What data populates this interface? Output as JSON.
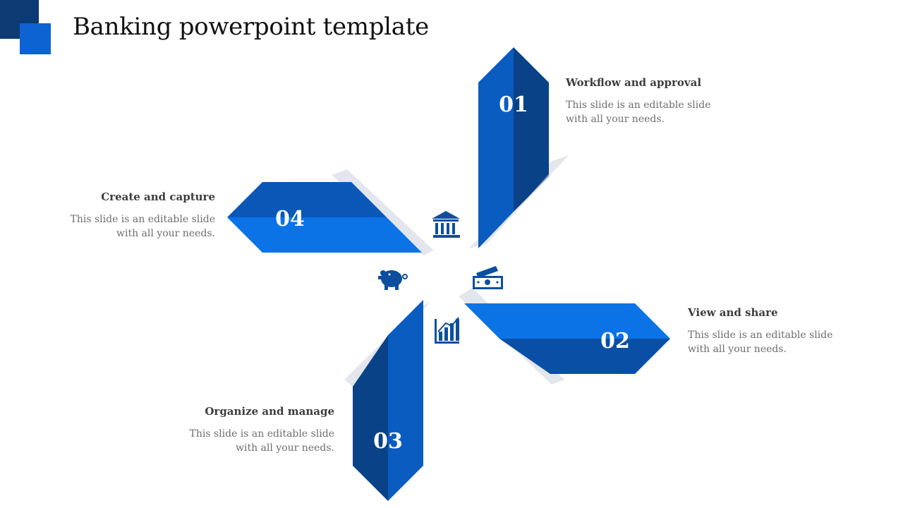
{
  "title": "Banking powerpoint template",
  "colors": {
    "dark": "#0a4a9a",
    "mid": "#0a57b8",
    "light": "#0b73e6",
    "icon": "#0d4f9e"
  },
  "steps": [
    {
      "number": "01",
      "heading": "Workflow and approval",
      "text": "This slide is an editable slide with all your needs."
    },
    {
      "number": "02",
      "heading": "View and share",
      "text": "This slide is an editable slide with all your needs."
    },
    {
      "number": "03",
      "heading": "Organize and manage",
      "text": "This slide is an editable slide with all your needs."
    },
    {
      "number": "04",
      "heading": "Create and capture",
      "text": "This slide is an editable slide with all your needs."
    }
  ],
  "icons": [
    "bank-icon",
    "money-icon",
    "chart-icon",
    "piggy-bank-icon"
  ]
}
